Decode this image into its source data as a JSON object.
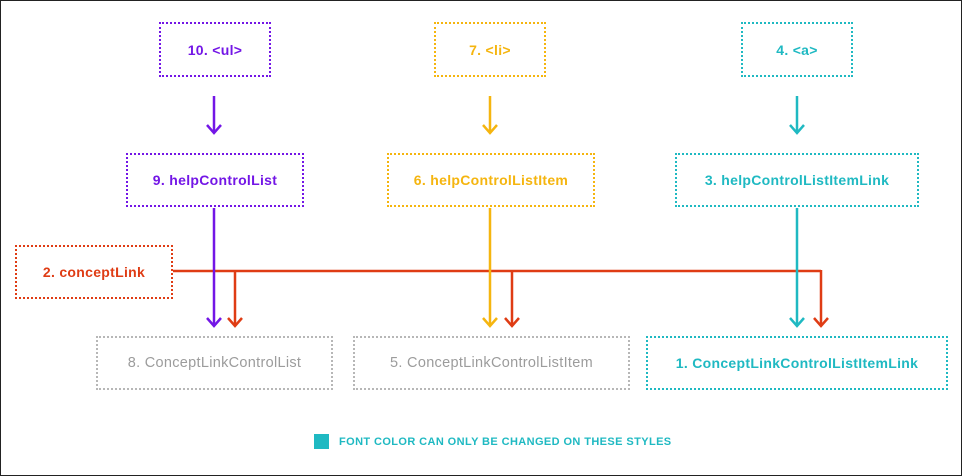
{
  "colors": {
    "purple": "#7316e6",
    "orange": "#f5b50f",
    "teal": "#1fb9c2",
    "red": "#df3c14",
    "gray": "#9c9c9c"
  },
  "nodes": {
    "ul": "10.  <ul>",
    "li": "7.  <li>",
    "a": "4.  <a>",
    "help_list": "9.  helpControlList",
    "help_list_item": "6.  helpControlListItem",
    "help_list_item_link": "3.  helpControlListItemLink",
    "concept_link": "2.  conceptLink",
    "concept_list": "8.  ConceptLinkControlList",
    "concept_list_item": "5.  ConceptLinkControlListItem",
    "concept_list_item_link": "1.  ConceptLinkControlListItemLink"
  },
  "legend": {
    "swatch_color": "#1fb9c2",
    "text": "FONT COLOR CAN ONLY BE CHANGED ON THESE STYLES"
  }
}
